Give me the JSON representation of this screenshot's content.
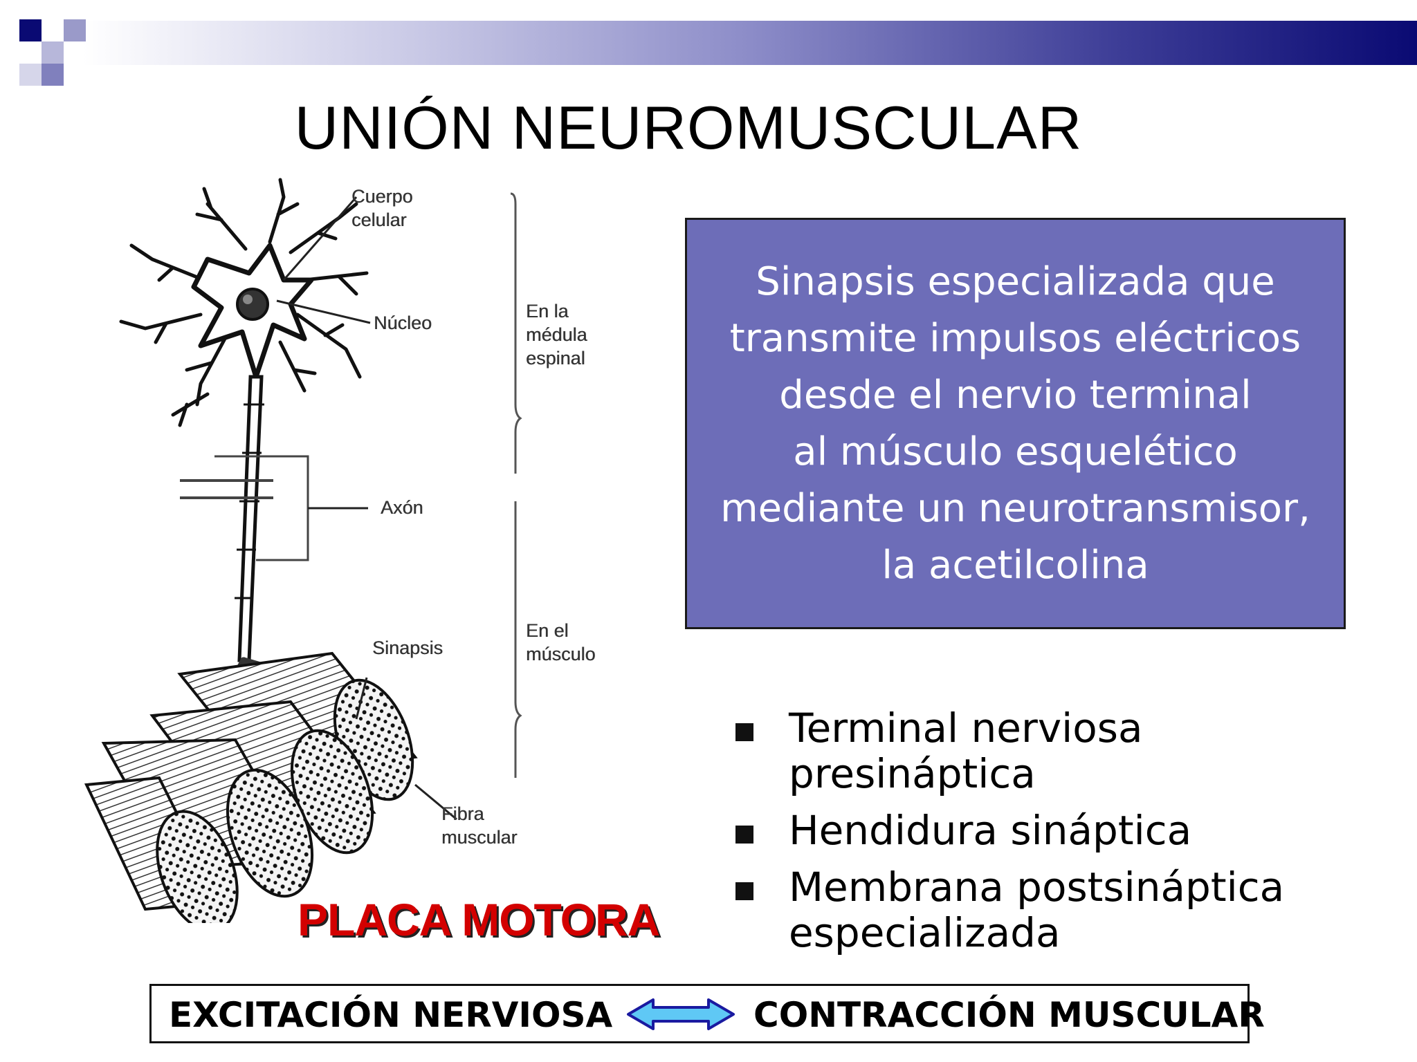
{
  "title": "UNIÓN NEUROMUSCULAR",
  "diagram": {
    "labels": {
      "cuerpo_celular_1": "Cuerpo",
      "cuerpo_celular_2": "celular",
      "nucleo": "Núcleo",
      "axon": "Axón",
      "sinapsis": "Sinapsis",
      "fibra_muscular_1": "Fibra",
      "fibra_muscular_2": "muscular",
      "medula_1": "En la",
      "medula_2": "médula",
      "medula_3": "espinal",
      "musculo_1": "En el",
      "musculo_2": "músculo"
    }
  },
  "definition": {
    "lines": [
      "Sinapsis especializada que",
      "transmite impulsos eléctricos",
      "desde el nervio terminal",
      "al músculo esquelético",
      "mediante un neurotransmisor,",
      "la acetilcolina"
    ],
    "box_color": "#6d6db8"
  },
  "bullets": [
    {
      "line1": "Terminal nerviosa",
      "line2": "presináptica"
    },
    {
      "line1": "Hendidura sináptica",
      "line2": ""
    },
    {
      "line1": "Membrana postsináptica",
      "line2": "especializada"
    }
  ],
  "placa_motora": "PLACA MOTORA",
  "placa_color": "#d30000",
  "bottom": {
    "left": "EXCITACIÓN NERVIOSA",
    "right": "CONTRACCIÓN MUSCULAR",
    "arrow_icon": "double-arrow-icon",
    "arrow_color": "#5fc8f5"
  },
  "theme": {
    "accent_dark": "#0a0a73",
    "accent_mid": "#6f6fb9"
  }
}
